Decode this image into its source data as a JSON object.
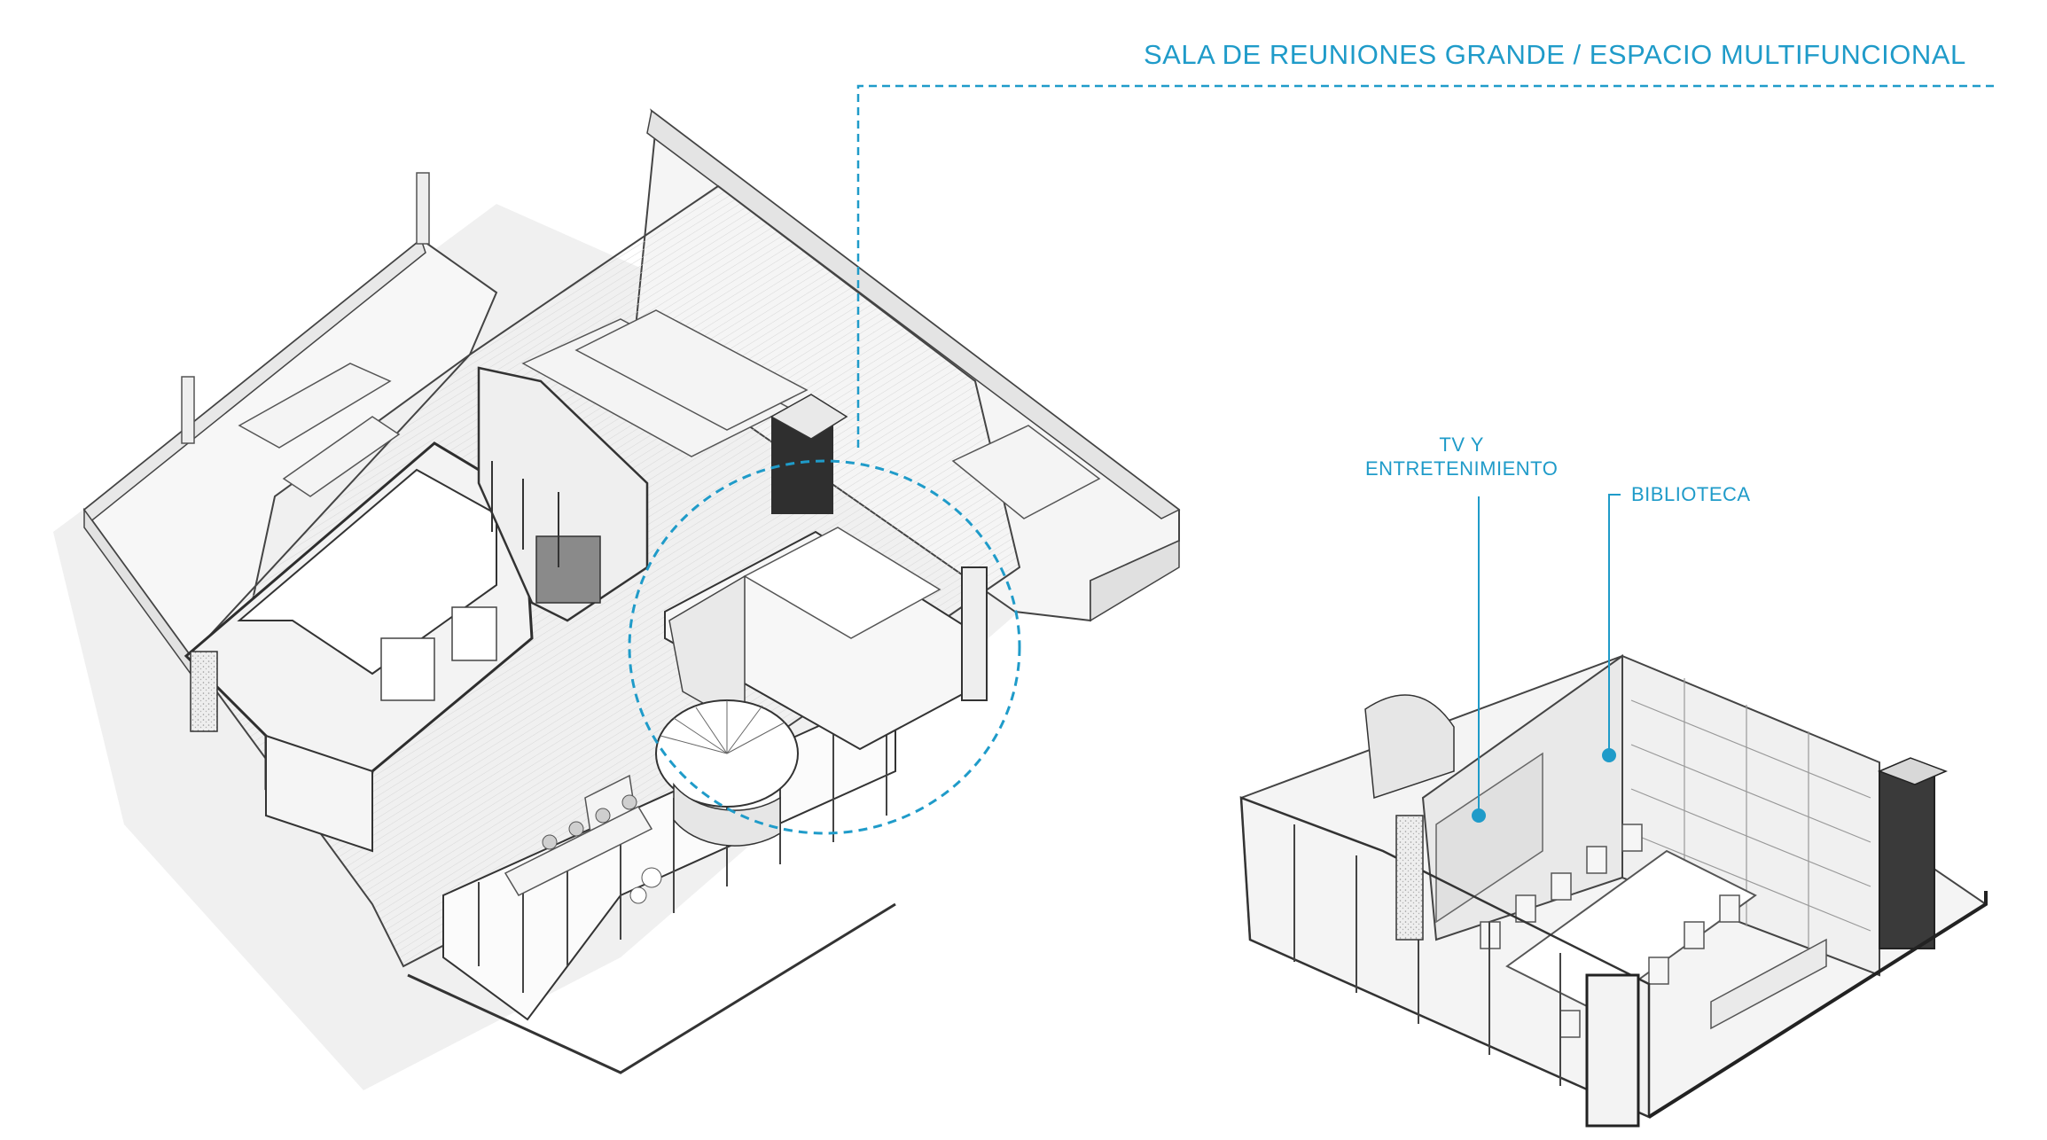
{
  "labels": {
    "title": "SALA DE REUNIONES GRANDE / ESPACIO MULTIFUNCIONAL",
    "tv_line1": "TV Y",
    "tv_line2": "ENTRETENIMIENTO",
    "biblioteca": "BIBLIOTECA"
  },
  "colors": {
    "accent": "#1f9bc9",
    "line": "#3a3a3a",
    "wall_fill": "#f1f1f1",
    "floor_fill": "#fafafa",
    "shadow": "#e6e6e6"
  }
}
